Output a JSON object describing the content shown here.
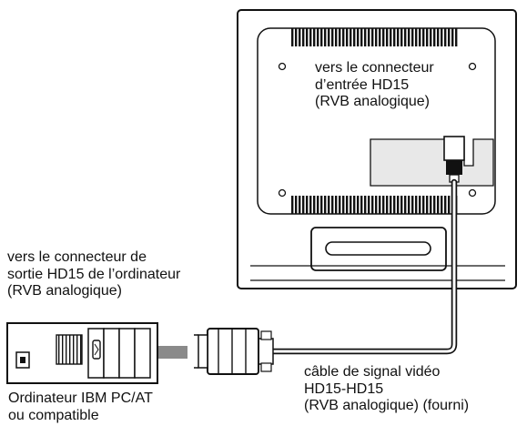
{
  "labels": {
    "monitor_input": {
      "line1": "vers le connecteur",
      "line2": "d’entrée HD15",
      "line3": "(RVB analogique)"
    },
    "computer_output": {
      "line1": "vers le connecteur de",
      "line2": "sortie HD15 de l’ordinateur",
      "line3": "(RVB analogique)"
    },
    "cable": {
      "line1": "câble de signal vidéo",
      "line2": "HD15-HD15",
      "line3": "(RVB analogique) (fourni)"
    },
    "computer": {
      "line1": "Ordinateur IBM PC/AT",
      "line2": "ou compatible"
    }
  },
  "colors": {
    "line": "#111111",
    "panel_gray": "#e8e8e8",
    "arrow_gray": "#8a8a8a"
  }
}
